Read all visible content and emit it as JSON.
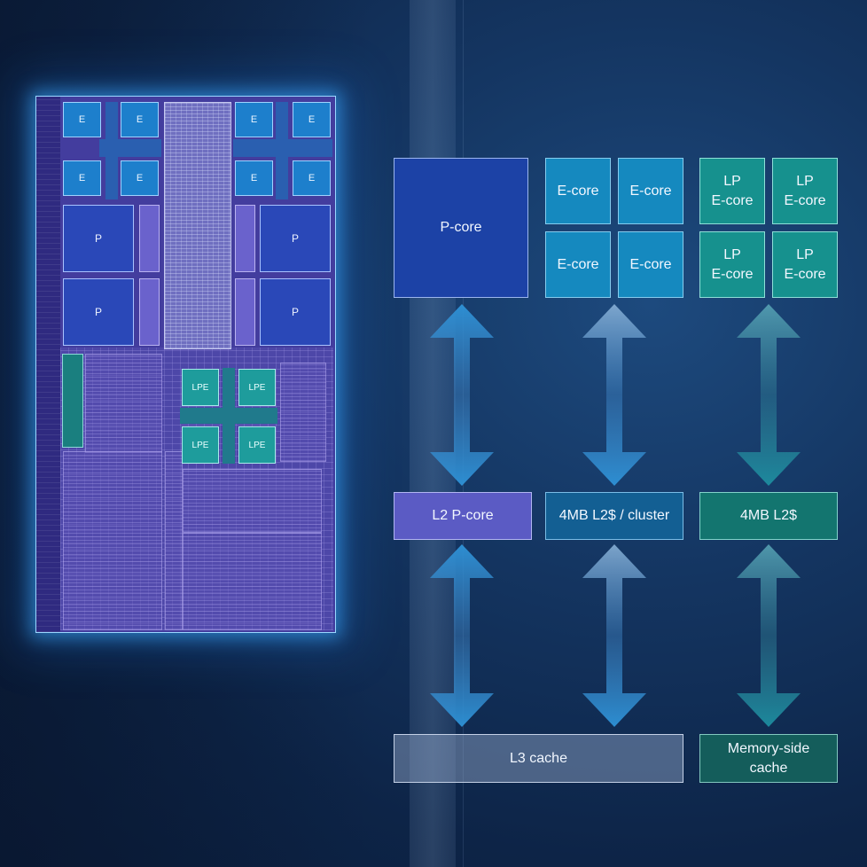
{
  "die": {
    "ecore_label": "E",
    "pcore_label": "P",
    "lpe_label": "LPE"
  },
  "diagram": {
    "p_core": "P-core",
    "e_cores": [
      "E-core",
      "E-core",
      "E-core",
      "E-core"
    ],
    "lp_ecores": [
      {
        "line1": "LP",
        "line2": "E-core"
      },
      {
        "line1": "LP",
        "line2": "E-core"
      },
      {
        "line1": "LP",
        "line2": "E-core"
      },
      {
        "line1": "LP",
        "line2": "E-core"
      }
    ],
    "l2_pcore": "L2 P-core",
    "l2_ecore": "4MB L2$ / cluster",
    "l2_lp": "4MB L2$",
    "l3": "L3 cache",
    "memory_side_line1": "Memory-side",
    "memory_side_line2": "cache"
  },
  "colors": {
    "pcore": "#1c42a6",
    "ecore": "#1589bf",
    "lp_ecore": "#16918e",
    "l2_pcore": "#5b5bc4",
    "arrow": "#2f8fd6"
  }
}
